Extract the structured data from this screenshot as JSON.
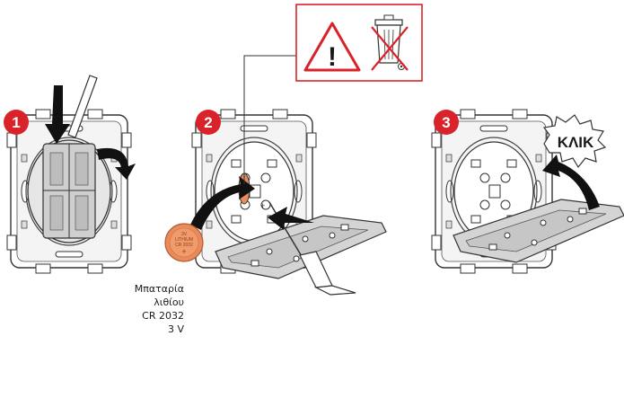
{
  "steps": [
    {
      "number": "1"
    },
    {
      "number": "2"
    },
    {
      "number": "3"
    }
  ],
  "battery_label": {
    "line1": "Μπαταρία",
    "line2": "λιθίου",
    "line3": "CR 2032",
    "line4": "3 V"
  },
  "coin_cell": {
    "line1": "3V",
    "line2": "LITHIUM",
    "line3": "CR 2032",
    "polarity": "+"
  },
  "click_sound": "ΚΛΙΚ",
  "warning": {
    "exclamation": "!",
    "icons": [
      "warning-triangle-icon",
      "crossed-out-wheelie-bin-icon"
    ]
  },
  "colors": {
    "accent_red": "#d8232a",
    "coin": "#e98b5c",
    "line": "#333333",
    "frame_gray": "#c8c8c8"
  }
}
